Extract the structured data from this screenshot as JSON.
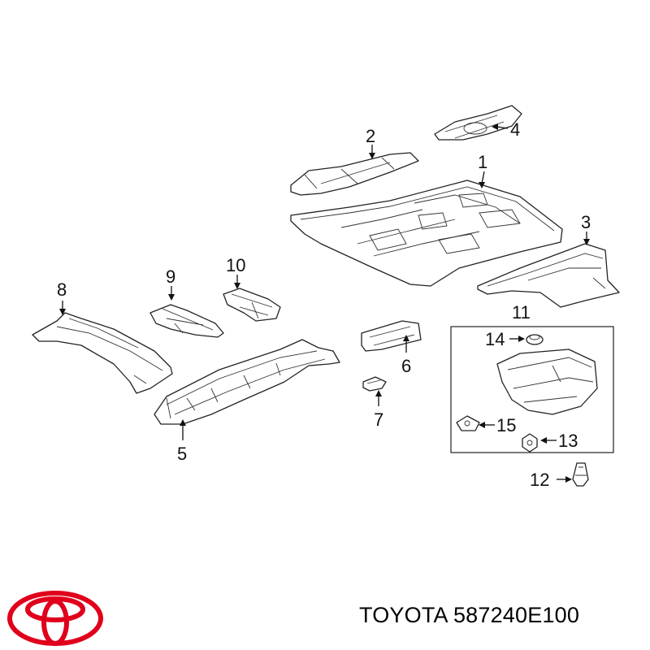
{
  "callouts": {
    "c1": "1",
    "c2": "2",
    "c3": "3",
    "c4": "4",
    "c5": "5",
    "c6": "6",
    "c7": "7",
    "c8": "8",
    "c9": "9",
    "c10": "10",
    "c11": "11",
    "c12": "12",
    "c13": "13",
    "c14": "14",
    "c15": "15"
  },
  "footer": {
    "brand": "TOYOTA",
    "part_number": "587240E100"
  },
  "colors": {
    "logo": "#e0001b",
    "lines": "#222222",
    "background": "#ffffff"
  },
  "icons": {
    "logo": "toyota-logo-icon"
  }
}
